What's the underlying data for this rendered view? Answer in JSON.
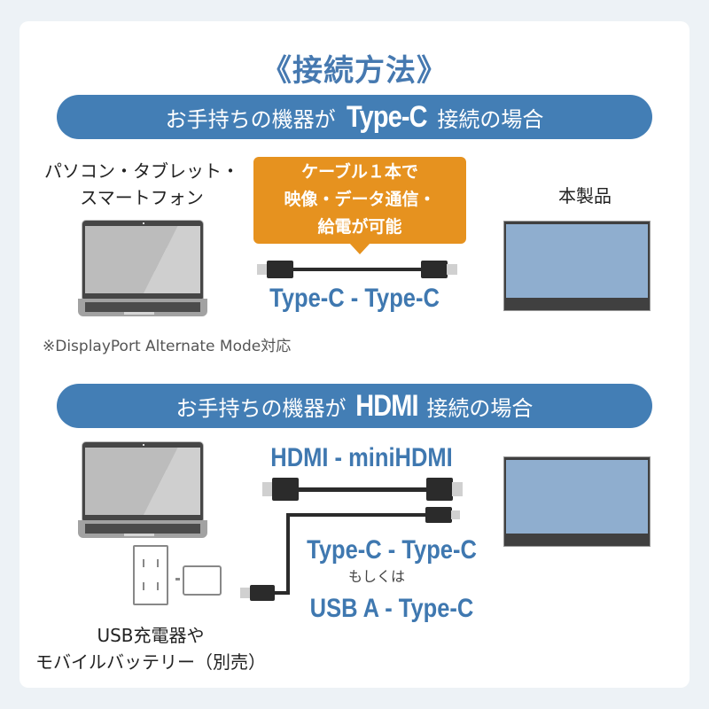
{
  "page": {
    "title": "《接続方法》",
    "colors": {
      "accent_blue": "#437eb5",
      "text_blue": "#3f78b0",
      "bubble_orange": "#e6921f",
      "monitor_screen": "#8faecf",
      "background": "#edf2f6"
    }
  },
  "section_typec": {
    "banner_pre": "お手持ちの機器が",
    "banner_highlight": "Type-C",
    "banner_post": "接続の場合",
    "device_label_line1": "パソコン・タブレット・",
    "device_label_line2": "スマートフォン",
    "bubble_line1": "ケーブル１本で",
    "bubble_line2": "映像・データ通信・",
    "bubble_line3": "給電が可能",
    "cable_name": "Type-C - Type-C",
    "product_label": "本製品",
    "note": "※DisplayPort Alternate Mode対応"
  },
  "section_hdmi": {
    "banner_pre": "お手持ちの機器が",
    "banner_highlight": "HDMI",
    "banner_post": "接続の場合",
    "cable_name_hdmi": "HDMI - miniHDMI",
    "cable_name_power1": "Type-C - Type-C",
    "or_label": "もしくは",
    "cable_name_power2": "USB A - Type-C",
    "charger_label_line1": "USB充電器や",
    "charger_label_line2": "モバイルバッテリー（別売）"
  },
  "icons": [
    "laptop-icon",
    "monitor-icon",
    "typec-cable-icon",
    "hdmi-cable-icon",
    "power-outlet-icon",
    "usb-charger-icon"
  ]
}
